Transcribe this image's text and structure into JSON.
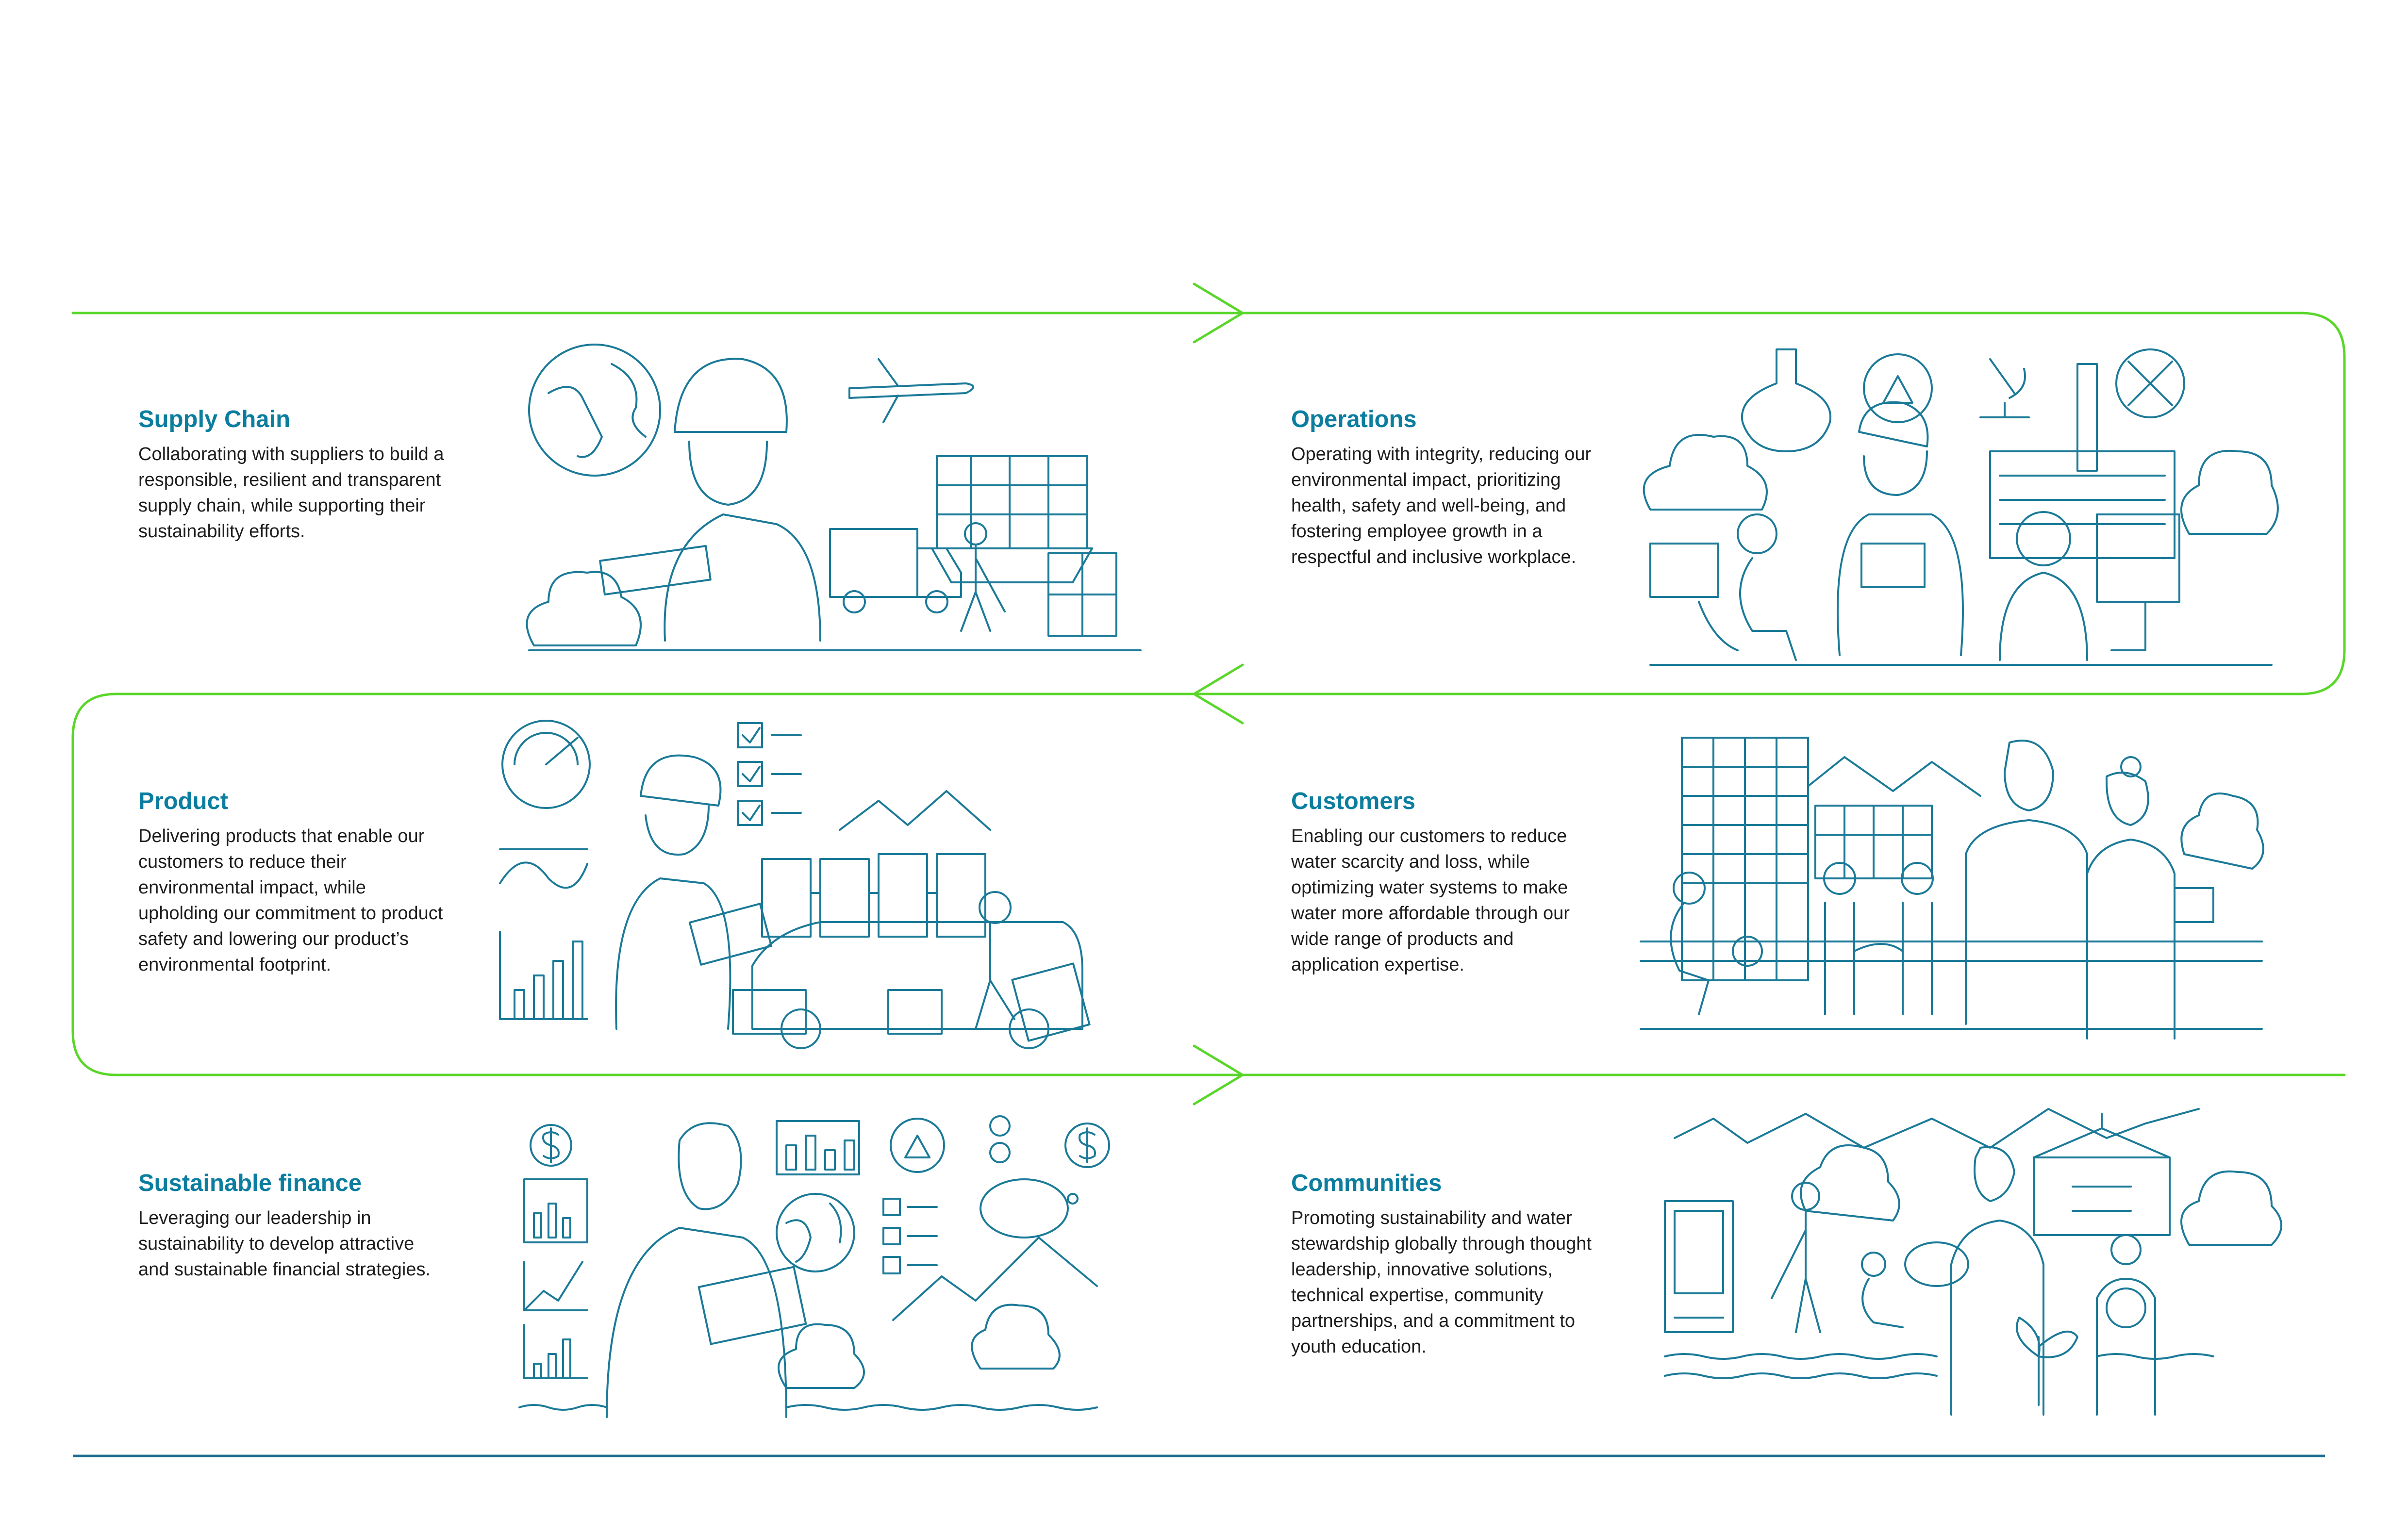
{
  "sections": [
    {
      "title": "Supply Chain",
      "text": "Collaborating with suppliers to build a responsible, resilient and transparent supply chain, while supporting their sustainability efforts."
    },
    {
      "title": "Operations",
      "text": "Operating with integrity, reducing our environmental impact, prioritizing health, safety and well-being, and fostering employee growth in a respectful and inclusive workplace."
    },
    {
      "title": "Product",
      "text": "Delivering products that enable our customers to reduce their environmental impact, while upholding our commitment to product safety and lowering our product’s environmental footprint."
    },
    {
      "title": "Customers",
      "text": "Enabling our customers to reduce water scarcity and loss, while optimizing water systems to make water more affordable through our wide range of products and application expertise."
    },
    {
      "title": "Sustainable finance",
      "text": "Leveraging our leadership in sustainability to develop attractive and sustainable financial strategies."
    },
    {
      "title": "Communities",
      "text": "Promoting sustainability and water stewardship globally through thought leadership, innovative solutions, technical expertise, community partnerships, and a commitment to youth education."
    }
  ],
  "colors": {
    "flow_line": "#5ad62a",
    "heading": "#0b7ea0",
    "illustration": "#1b7a98",
    "bottom_rule": "#1f6f8f",
    "body_text": "#1d1d1d"
  },
  "icons": [
    "globe-icon",
    "airplane-icon",
    "cargo-ship-icon",
    "truck-icon",
    "flask-icon",
    "recycle-icon",
    "microscope-icon",
    "tools-icon",
    "gauge-icon",
    "checklist-icon",
    "bar-chart-icon",
    "van-icon",
    "building-icon",
    "pipe-icon",
    "dollar-icon",
    "piggy-bank-icon",
    "school-icon",
    "tree-icon"
  ]
}
